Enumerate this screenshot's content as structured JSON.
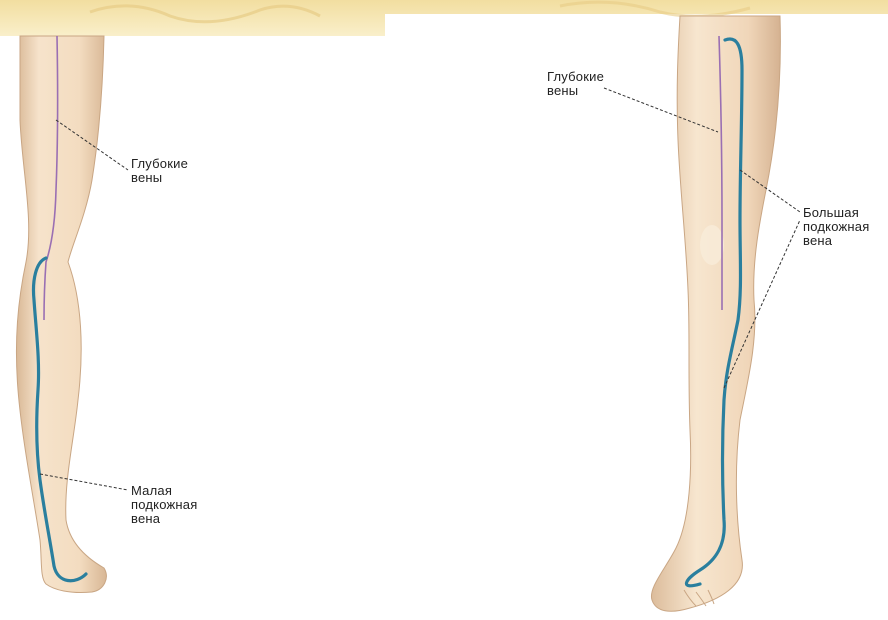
{
  "labels": {
    "left_deep_veins": "Глубокие\nвены",
    "small_saphenous_vein": "Малая\nподкожная\nвена",
    "right_deep_veins": "Глубокие\nвены",
    "great_saphenous_vein": "Большая\nподкожная\nвена"
  },
  "colors": {
    "background_top_band": "#f6e9b6",
    "skin_light": "#f7e6cf",
    "skin_mid": "#ecd1b2",
    "skin_shadow": "#d9b896",
    "deep_vein": "#9a6fb3",
    "saphenous_vein": "#2a7f9e",
    "leader_line": "#333333"
  }
}
